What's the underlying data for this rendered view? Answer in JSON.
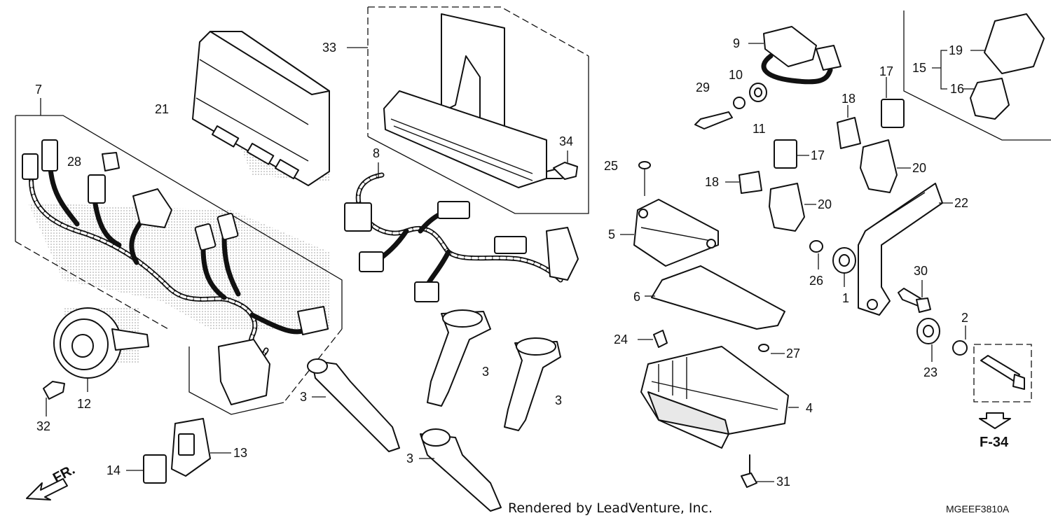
{
  "credit": "Rendered by LeadVenture, Inc.",
  "diagram_code": "MGEEF3810A",
  "reference": "F-34",
  "direction_label": "FR.",
  "callouts": [
    {
      "id": "c1",
      "label": "1"
    },
    {
      "id": "c2",
      "label": "2"
    },
    {
      "id": "c3a",
      "label": "3"
    },
    {
      "id": "c3b",
      "label": "3"
    },
    {
      "id": "c3c",
      "label": "3"
    },
    {
      "id": "c3d",
      "label": "3"
    },
    {
      "id": "c4",
      "label": "4"
    },
    {
      "id": "c5",
      "label": "5"
    },
    {
      "id": "c6",
      "label": "6"
    },
    {
      "id": "c7",
      "label": "7"
    },
    {
      "id": "c8",
      "label": "8"
    },
    {
      "id": "c9",
      "label": "9"
    },
    {
      "id": "c10",
      "label": "10"
    },
    {
      "id": "c11",
      "label": "11"
    },
    {
      "id": "c12",
      "label": "12"
    },
    {
      "id": "c13",
      "label": "13"
    },
    {
      "id": "c14",
      "label": "14"
    },
    {
      "id": "c15",
      "label": "15"
    },
    {
      "id": "c16",
      "label": "16"
    },
    {
      "id": "c17a",
      "label": "17"
    },
    {
      "id": "c17b",
      "label": "17"
    },
    {
      "id": "c18a",
      "label": "18"
    },
    {
      "id": "c18b",
      "label": "18"
    },
    {
      "id": "c19",
      "label": "19"
    },
    {
      "id": "c20a",
      "label": "20"
    },
    {
      "id": "c20b",
      "label": "20"
    },
    {
      "id": "c21",
      "label": "21"
    },
    {
      "id": "c22",
      "label": "22"
    },
    {
      "id": "c23",
      "label": "23"
    },
    {
      "id": "c24",
      "label": "24"
    },
    {
      "id": "c25",
      "label": "25"
    },
    {
      "id": "c26",
      "label": "26"
    },
    {
      "id": "c27",
      "label": "27"
    },
    {
      "id": "c28",
      "label": "28"
    },
    {
      "id": "c29",
      "label": "29"
    },
    {
      "id": "c30",
      "label": "30"
    },
    {
      "id": "c31",
      "label": "31"
    },
    {
      "id": "c32",
      "label": "32"
    },
    {
      "id": "c33",
      "label": "33"
    },
    {
      "id": "c34",
      "label": "34"
    }
  ]
}
